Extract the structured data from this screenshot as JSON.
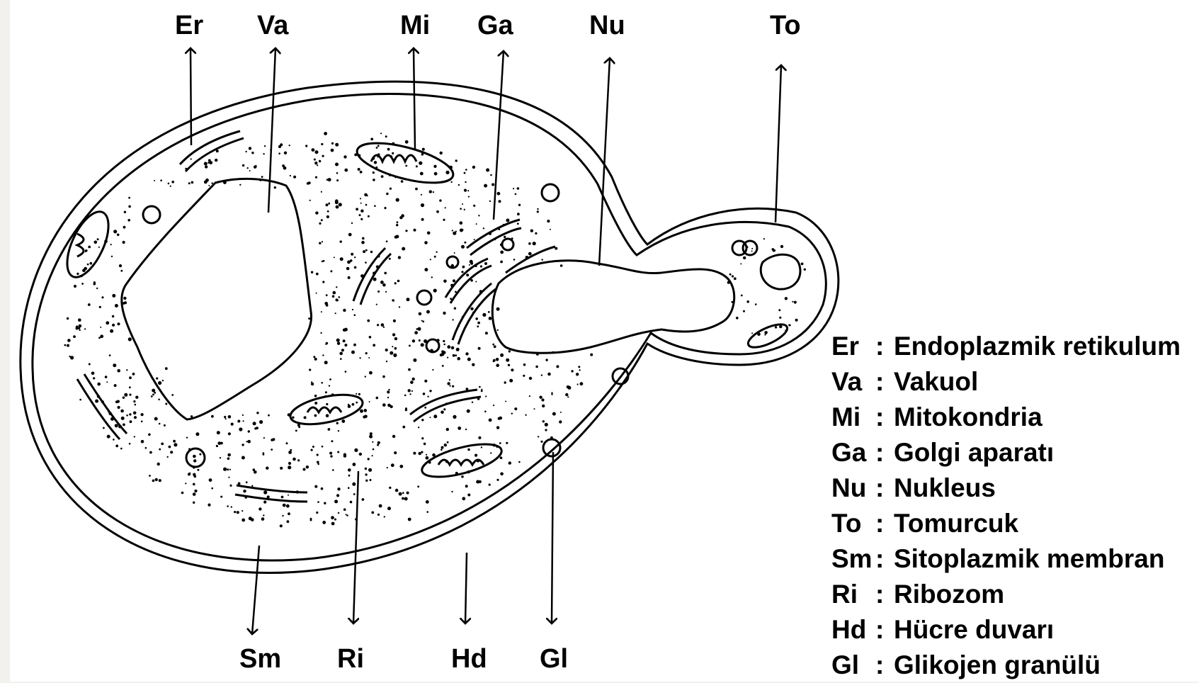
{
  "labels": {
    "top": [
      "Er",
      "Va",
      "Mi",
      "Ga",
      "Nu",
      "To"
    ],
    "bottom": [
      "Sm",
      "Ri",
      "Hd",
      "Gl"
    ]
  },
  "legend": [
    {
      "abbr": "Er",
      "sep": ":",
      "text": "Endoplazmik retikulum"
    },
    {
      "abbr": "Va",
      "sep": ":",
      "text": "Vakuol"
    },
    {
      "abbr": "Mi",
      "sep": ":",
      "text": "Mitokondria"
    },
    {
      "abbr": "Ga",
      "sep": ":",
      "text": "Golgi aparatı"
    },
    {
      "abbr": "Nu",
      "sep": ":",
      "text": "Nukleus"
    },
    {
      "abbr": "To",
      "sep": ":",
      "text": "Tomurcuk"
    },
    {
      "abbr": "Sm",
      "sep": ":",
      "text": "Sitoplazmik membran"
    },
    {
      "abbr": "Ri",
      "sep": ":",
      "text": "Ribozom"
    },
    {
      "abbr": "Hd",
      "sep": ":",
      "text": "Hücre duvarı"
    },
    {
      "abbr": "Gl",
      "sep": ":",
      "text": "Glikojen granülü"
    }
  ],
  "colors": {
    "ink": "#000000",
    "paper": "#ffffff",
    "margin": "#f3f1ee"
  }
}
